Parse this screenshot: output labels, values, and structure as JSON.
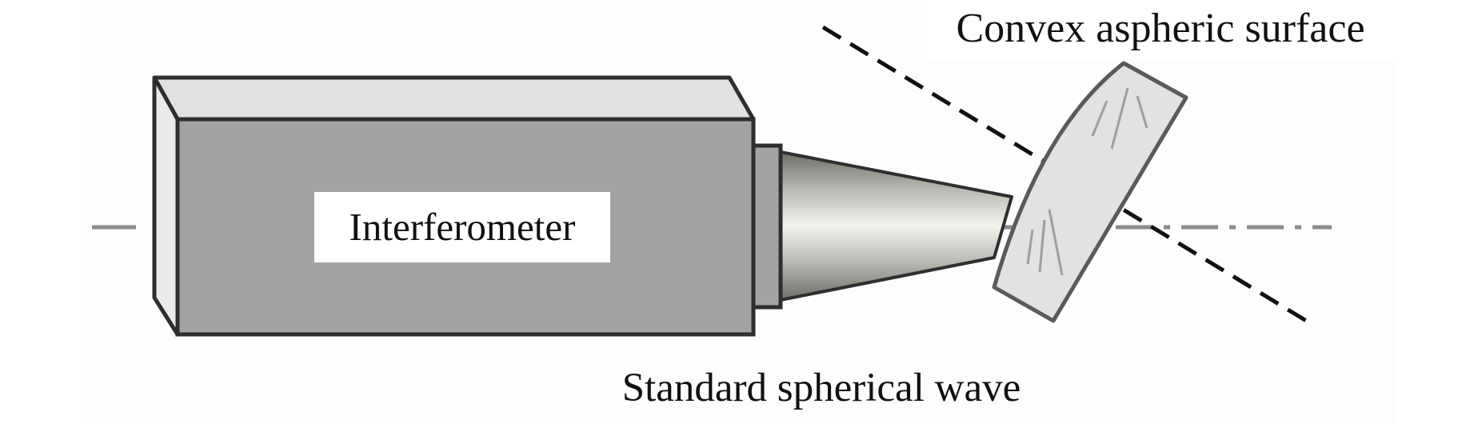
{
  "labels": {
    "interferometer": "Interferometer",
    "asphere": "Convex aspheric surface",
    "wave": "Standard spherical wave"
  },
  "colors": {
    "background_panel": "#fdfdfd",
    "box_front": "#a3a3a3",
    "box_top": "#e1e1df",
    "box_side": "#ebebe9",
    "outline": "#2e2e2e",
    "lens_fill": "#e2e2e2",
    "lens_outline": "#5a5a5a",
    "axis_line": "#8a8a8a",
    "tilt_line": "#111111"
  },
  "icons": {
    "interferometer": "interferometer-box-icon",
    "transmission_sphere": "transmission-sphere-cone-icon",
    "asphere": "aspheric-lens-icon"
  }
}
